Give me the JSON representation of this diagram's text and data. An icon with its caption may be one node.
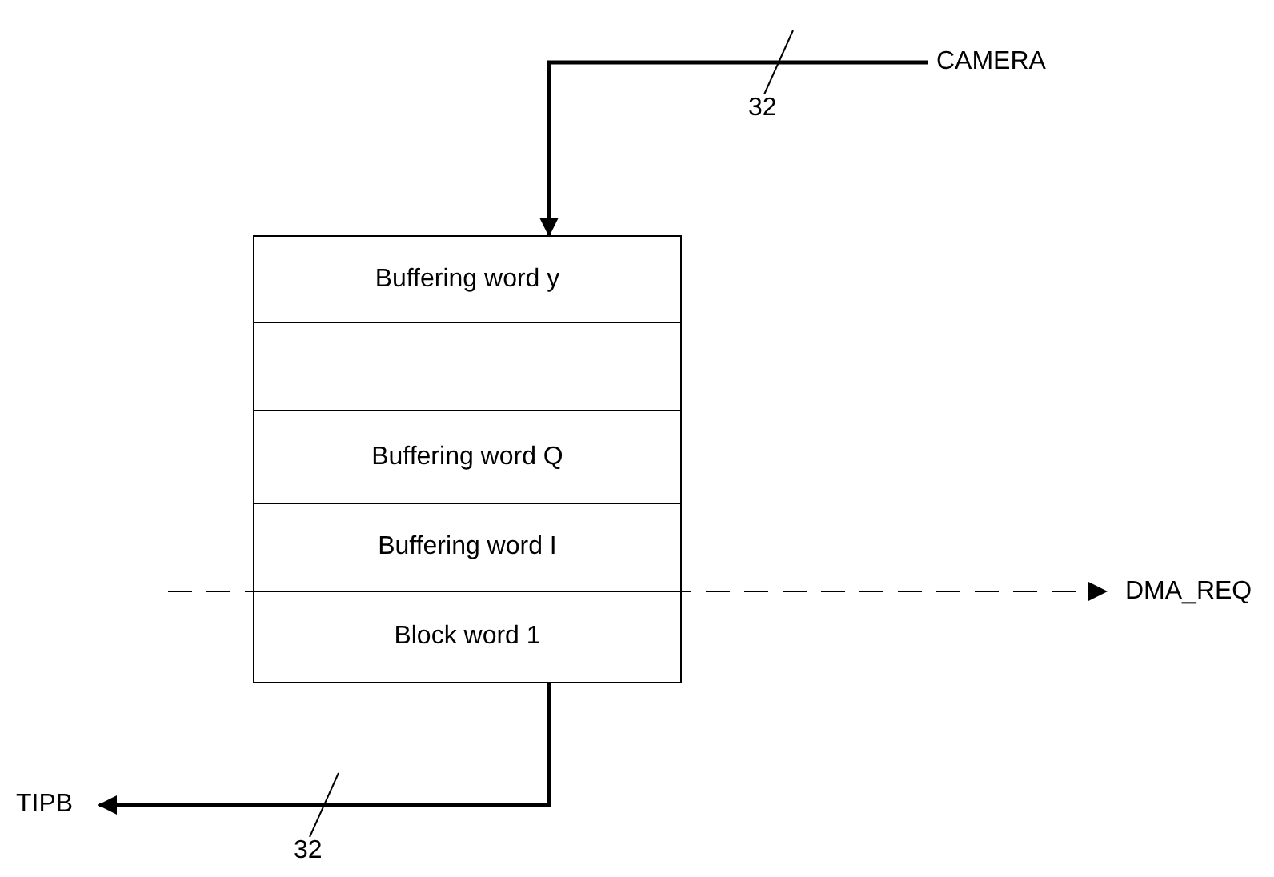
{
  "diagram": {
    "nodes": [
      {
        "text": [
          "CAMERA"
        ]
      },
      {
        "text": [
          "Buffering word y"
        ]
      },
      {
        "text": [],
        "shape": "box"
      },
      {
        "text": [
          "Buffering word Q"
        ]
      },
      {
        "text": [
          "Buffering word I"
        ]
      },
      {
        "text": [
          "Block word 1"
        ]
      },
      {
        "text": [
          "DMA_REQ"
        ]
      },
      {
        "text": [
          "TIPB"
        ]
      }
    ],
    "edges": [
      {
        "from": 0,
        "to": 1,
        "arrow": "to",
        "label": "32"
      },
      {
        "from": 5,
        "to": 7,
        "arrow": "to",
        "label": "32"
      },
      {
        "from": null,
        "to": 6,
        "arrow": "to",
        "style": "dashed"
      }
    ]
  }
}
